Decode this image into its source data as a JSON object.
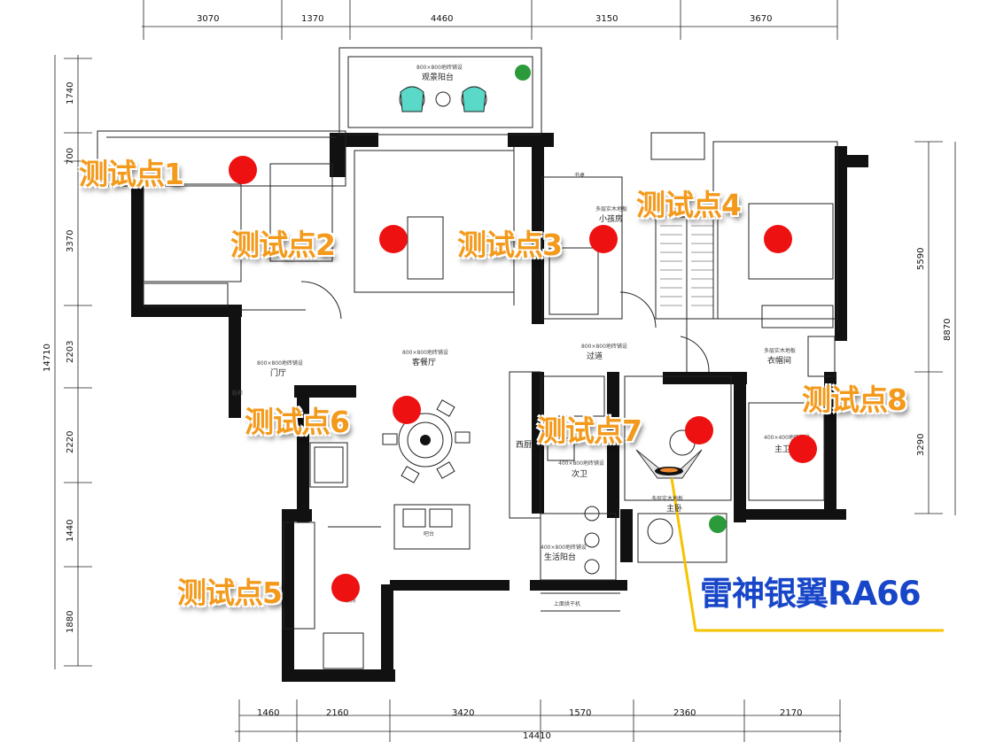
{
  "dimensions": {
    "top": [
      "3070",
      "1370",
      "4460",
      "3150",
      "3670"
    ],
    "bottom": [
      "1460",
      "2160",
      "3420",
      "1570",
      "2360",
      "2170"
    ],
    "bottom_total": "14410",
    "left": [
      "1740",
      "700",
      "3370",
      "2203",
      "2220",
      "1440",
      "1880"
    ],
    "left_total": "14710",
    "right": [
      "5590",
      "3290"
    ],
    "right_total": "8870"
  },
  "rooms": {
    "balcony_view": "观景阳台",
    "balcony_tile": "800×800地砖铺设",
    "kid_room": "小孩房",
    "kid_floor": "多层实木地板",
    "study_desk": "书桌",
    "living_dining": "客餐厅",
    "living_tile": "800×800地砖铺设",
    "hallway": "过道",
    "hallway_tile": "800×800地砖铺设",
    "entrance": "门厅",
    "entrance_tile": "800×800地砖铺设",
    "cloakroom": "衣帽间",
    "cloak_floor": "多层实木地板",
    "west_kitchen": "西厨",
    "second_bath": "次卫",
    "bath_tile": "400×800地砖铺设",
    "master_bath": "主卫",
    "master_bath_tile": "400×400地砖铺设",
    "master_bed": "主卧",
    "master_bed_floor": "多层实木地板",
    "service_balcony": "生活阳台",
    "service_tile": "400×800地砖铺设",
    "bar": "吧台",
    "dryer": "上面烘干机",
    "kitchen": "厨房",
    "shoe_cabinet": "鞋柜"
  },
  "test_points": [
    {
      "label": "测试点1"
    },
    {
      "label": "测试点2"
    },
    {
      "label": "测试点3"
    },
    {
      "label": "测试点4"
    },
    {
      "label": "测试点5"
    },
    {
      "label": "测试点6"
    },
    {
      "label": "测试点7"
    },
    {
      "label": "测试点8"
    }
  ],
  "router": {
    "label": "雷神银翼RA66"
  },
  "colors": {
    "test_label": "#f39a1c",
    "test_dot": "#ee1111",
    "router_label": "#1846c8",
    "router_line": "#f5c300",
    "wall": "#111111"
  }
}
